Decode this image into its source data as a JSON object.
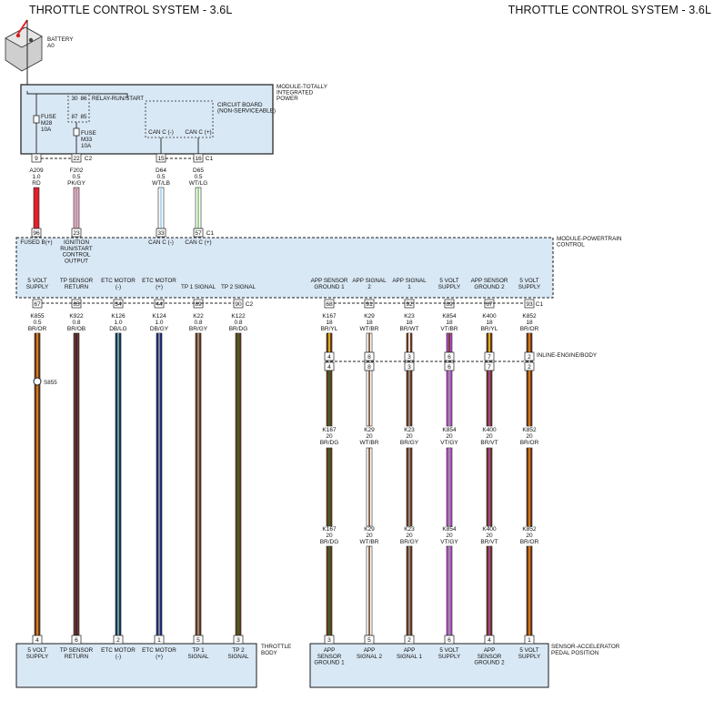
{
  "header": {
    "left_title": "THROTTLE CONTROL SYSTEM - 3.6L",
    "right_title": "THROTTLE CONTROL SYSTEM - 3.6L"
  },
  "colors": {
    "module_fill": "#d9e8f5",
    "module_border": "#1a1a1a",
    "RD": "#e0202a",
    "BR": "#6b3a1c",
    "OR": "#f08a1c",
    "DB": "#1e2a78",
    "LG": "#7ccc64",
    "DG": "#2d6e2a",
    "WT": "#ffffff",
    "VT": "#b04ac8",
    "GY": "#9b9b9b",
    "YL": "#f0d020",
    "PK": "#f0a8c8",
    "LB": "#9ad0f0",
    "OB": "#3a1a5a",
    "BK": "#111111"
  },
  "battery": {
    "name": "BATTERY",
    "code": "A0"
  },
  "tipm": {
    "name": "MODULE-TOTALLY INTEGRATED POWER",
    "fuse1": {
      "label": "FUSE",
      "id": "M28",
      "rating": "10A"
    },
    "fuse2": {
      "label": "FUSE",
      "id": "M33",
      "rating": "10A"
    },
    "relay": "RELAY-RUN/START",
    "relay_pins": [
      "30",
      "87",
      "86",
      "85"
    ],
    "circuit_board": "CIRCUIT BOARD (NON-SERVICEABLE)",
    "can_neg": "CAN C (-)",
    "can_pos": "CAN C (+)",
    "pins": [
      "9",
      "22",
      "15",
      "16"
    ],
    "connectors": [
      "C2",
      "C1"
    ]
  },
  "tipm_wires": [
    {
      "circuit": "A209",
      "gauge": "1.0",
      "color": "RD"
    },
    {
      "circuit": "F202",
      "gauge": "0.5",
      "color": "PK/GY"
    },
    {
      "circuit": "D64",
      "gauge": "0.5",
      "color": "WT/LB"
    },
    {
      "circuit": "D65",
      "gauge": "0.5",
      "color": "WT/LG"
    }
  ],
  "pcm": {
    "name": "MODULE-POWERTRAIN CONTROL",
    "top_pins": [
      "96",
      "23",
      "33",
      "57"
    ],
    "top_labels": [
      "FUSED B(+)",
      "IGNITION RUN/START CONTROL OUTPUT",
      "CAN C (-)",
      "CAN C (+)"
    ],
    "top_connector": "C1",
    "left_connector": "C2",
    "right_connector": "C1",
    "bottom_labels": [
      "5 VOLT SUPPLY",
      "TP SENSOR RETURN",
      "ETC MOTOR (-)",
      "ETC MOTOR (+)",
      "TP 1 SIGNAL",
      "TP 2 SIGNAL",
      "APP SENSOR GROUND 1",
      "APP SIGNAL 2",
      "APP SIGNAL 1",
      "5 VOLT SUPPLY",
      "APP SENSOR GROUND 2",
      "5 VOLT SUPPLY"
    ],
    "bottom_pins": [
      "67",
      "65",
      "34",
      "44",
      "89",
      "90",
      "68",
      "91",
      "92",
      "69",
      "67",
      "93"
    ]
  },
  "pcm_wires": [
    {
      "circuit": "K855",
      "gauge": "0.5",
      "color": "BR/OR"
    },
    {
      "circuit": "K922",
      "gauge": "0.8",
      "color": "BR/OB"
    },
    {
      "circuit": "K126",
      "gauge": "1.0",
      "color": "DB/LG"
    },
    {
      "circuit": "K124",
      "gauge": "1.0",
      "color": "DB/GY"
    },
    {
      "circuit": "K22",
      "gauge": "0.8",
      "color": "BR/GY"
    },
    {
      "circuit": "K122",
      "gauge": "0.8",
      "color": "BR/DG"
    },
    {
      "circuit": "K167",
      "gauge": "18",
      "color": "BR/YL"
    },
    {
      "circuit": "K29",
      "gauge": "18",
      "color": "WT/BR"
    },
    {
      "circuit": "K23",
      "gauge": "18",
      "color": "BR/WT"
    },
    {
      "circuit": "K854",
      "gauge": "18",
      "color": "VT/BR"
    },
    {
      "circuit": "K400",
      "gauge": "18",
      "color": "BR/YL"
    },
    {
      "circuit": "K852",
      "gauge": "18",
      "color": "BR/OR"
    }
  ],
  "splice": "S855",
  "inline": {
    "name": "INLINE-ENGINE/BODY",
    "pins": [
      "4",
      "8",
      "3",
      "6",
      "7",
      "2"
    ]
  },
  "app_wires": [
    {
      "circuit": "K167",
      "gauge": "20",
      "color": "BR/DG"
    },
    {
      "circuit": "K29",
      "gauge": "20",
      "color": "WT/BR"
    },
    {
      "circuit": "K23",
      "gauge": "20",
      "color": "BR/GY"
    },
    {
      "circuit": "K854",
      "gauge": "20",
      "color": "VT/GY"
    },
    {
      "circuit": "K400",
      "gauge": "20",
      "color": "BR/VT"
    },
    {
      "circuit": "K852",
      "gauge": "20",
      "color": "BR/OR"
    }
  ],
  "throttle_body": {
    "name": "THROTTLE BODY",
    "pins": [
      "4",
      "6",
      "2",
      "1",
      "5",
      "3"
    ],
    "labels": [
      "5 VOLT SUPPLY",
      "TP SENSOR RETURN",
      "ETC MOTOR (-)",
      "ETC MOTOR (+)",
      "TP 1 SIGNAL",
      "TP 2 SIGNAL"
    ]
  },
  "app_sensor": {
    "name": "SENSOR-ACCELERATOR PEDAL POSITION",
    "pins": [
      "3",
      "5",
      "2",
      "6",
      "4",
      "1"
    ],
    "labels": [
      "APP SENSOR GROUND 1",
      "APP SIGNAL 2",
      "APP SIGNAL 1",
      "5 VOLT SUPPLY",
      "APP SENSOR GROUND 2",
      "5 VOLT SUPPLY"
    ]
  }
}
